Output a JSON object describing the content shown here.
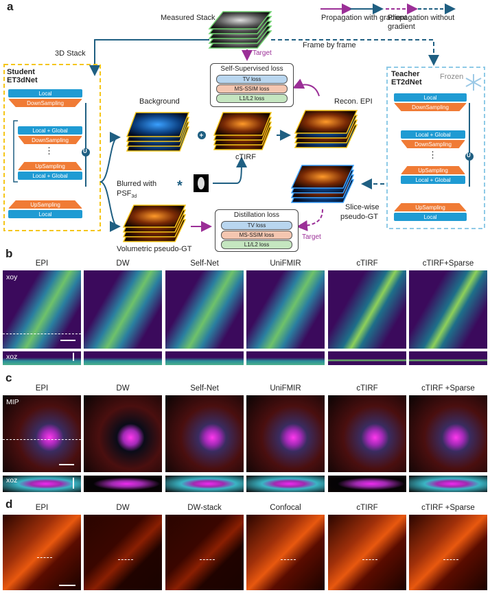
{
  "panels": {
    "a": "a",
    "b": "b",
    "c": "c",
    "d": "d"
  },
  "diagram": {
    "measured_stack": "Measured Stack",
    "target_top": "Target",
    "target_bottom": "Target",
    "stack_3d": "3D Stack",
    "frame_by_frame": "Frame by frame",
    "legend_with": "Propagation with gradient",
    "legend_without_1": "Propagation without",
    "legend_without_2": "gradient",
    "student_1": "Student",
    "student_2": "ET3dNet",
    "teacher_1": "Teacher",
    "teacher_2": "ET2dNet",
    "frozen": "Frozen",
    "background": "Background",
    "ctirf": "cTIRF",
    "recon_epi": "Recon. EPI",
    "blurred_1": "Blurred with",
    "blurred_2": "PSF",
    "blurred_sub": "3d",
    "volumetric": "Volumetric pseudo-GT",
    "slice_1": "Slice-wise",
    "slice_2": "pseudo-GT",
    "ssl_title": "Self-Supervised loss",
    "distill_title": "Distillation loss",
    "tv": "TV loss",
    "msssim": "MS-SSIM loss",
    "l1l2": "L1/L2 loss",
    "blocks": {
      "local": "Local",
      "down": "DownSampling",
      "lg": "Local + Global",
      "dots": "⋮",
      "up": "UpSampling",
      "u": "U"
    }
  },
  "row_b": {
    "columns": [
      "EPI",
      "DW",
      "Self-Net",
      "UniFMIR",
      "cTIRF",
      "cTIRF+Sparse"
    ],
    "tag_top": "xoy",
    "tag_bottom": "xoz"
  },
  "row_c": {
    "columns": [
      "EPI",
      "DW",
      "Self-Net",
      "UniFMIR",
      "cTIRF",
      "cTIRF +Sparse"
    ],
    "tag_top": "MIP",
    "tag_bottom": "xoz"
  },
  "row_d": {
    "columns": [
      "EPI",
      "DW",
      "DW-stack",
      "Confocal",
      "cTIRF",
      "cTIRF +Sparse"
    ]
  },
  "colors": {
    "student": "#f5c518",
    "teacher": "#8ecae6",
    "gradient_arrow": "#1f5f82",
    "target_arrow": "#9b2f97"
  }
}
